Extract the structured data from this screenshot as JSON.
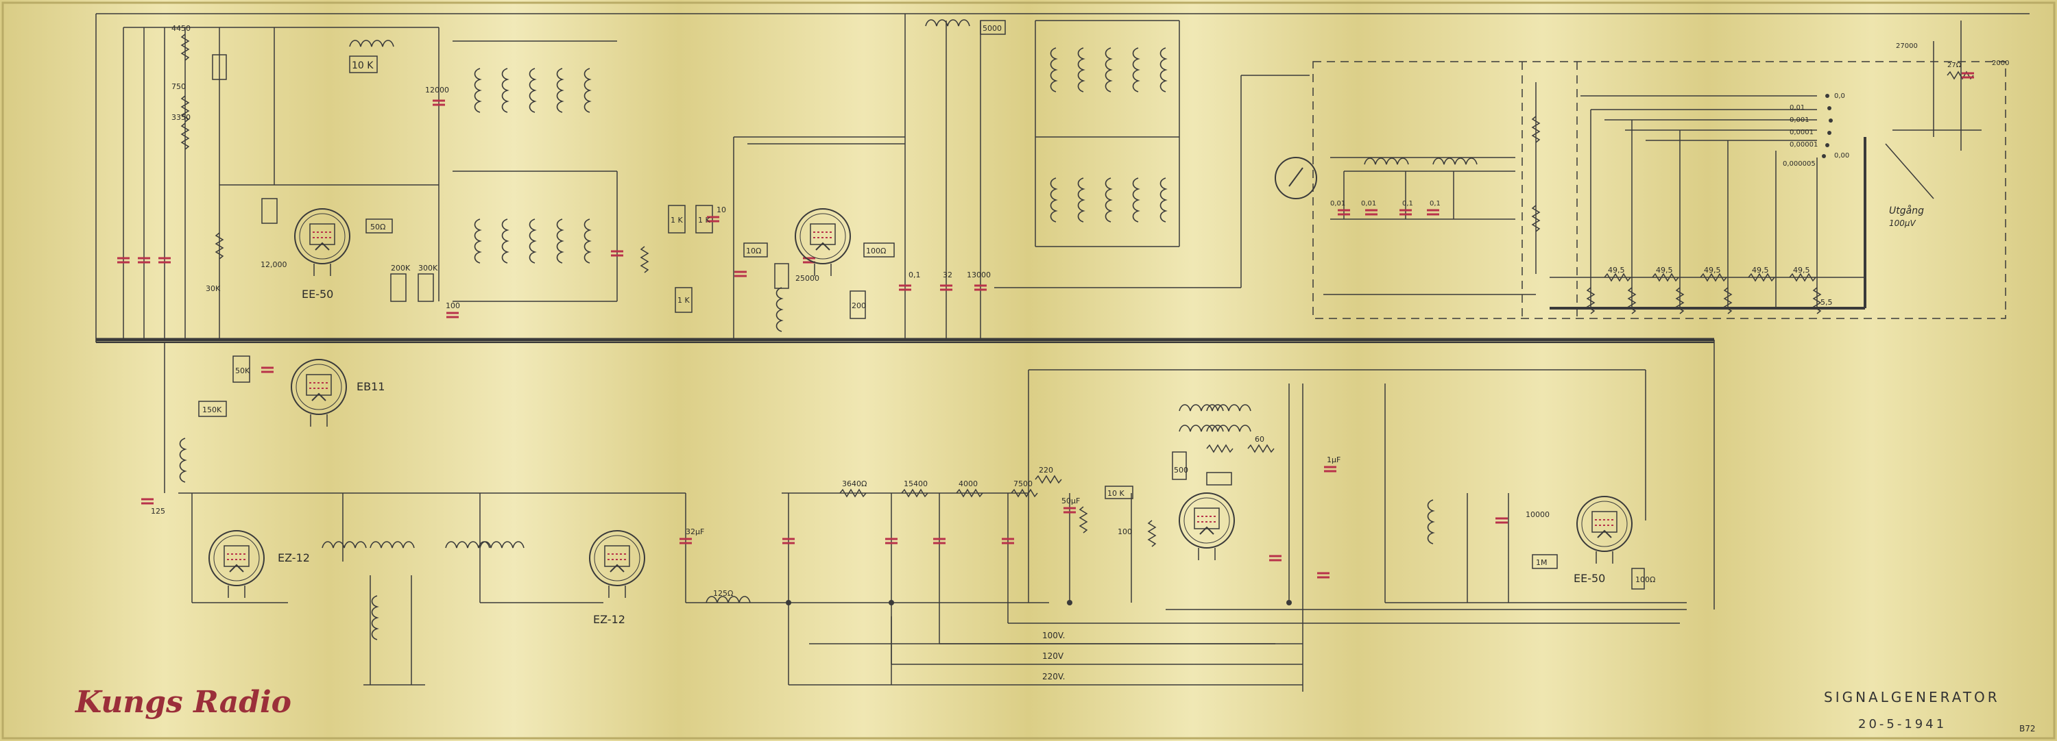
{
  "drawing": {
    "brand": "Kungs Radio",
    "title": "SIGNALGENERATOR",
    "date": "20-5-1941",
    "sheet_mark": "B72",
    "colors": {
      "paper": "#e8dd9a",
      "ink": "#3a3a3a",
      "capacitor_red": "#b8324a",
      "brand_red": "#9b2f3a"
    }
  },
  "tubes": {
    "osc": "EE-50",
    "buffer": "EB11",
    "rect1": "EZ-12",
    "rect2": "EZ-12",
    "mod": "EE-50"
  },
  "labels": {
    "r_10k": "10 K",
    "r_50": "50Ω",
    "c_12000": "12000",
    "r_1k_a": "1 K",
    "r_1k_b": "1 K",
    "r_1k_c": "1 K",
    "c_10": "10",
    "r_10a": "10Ω",
    "r_100a": "100Ω",
    "c_25000": "25000",
    "r_200": "200",
    "c_01": "0,1",
    "c_32": "32",
    "c_13000": "13000",
    "r_5000": "5000",
    "r_4450": "4450",
    "r_750": "750",
    "r_3350": "3350",
    "r_30k": "30K",
    "c_12000b": "12,000",
    "r_200k": "200K",
    "r_300k": "300K",
    "c_100": "100",
    "r_50k": "50K",
    "r_150k": "150K",
    "c_125": "125",
    "c_32pf": "32μF",
    "r_125": "125Ω",
    "r_3640": "3640Ω",
    "r_15400": "15400",
    "r_4000": "4000",
    "r_7500": "7500",
    "r_220": "220",
    "c_50uf": "50μF",
    "r_10k_b": "10 K",
    "r_100": "100",
    "r_500": "500",
    "r_60": "60",
    "c_1uf": "1μF",
    "v_100": "100V.",
    "v_120": "120V",
    "v_220": "220V.",
    "r_1m": "1M",
    "c_10000": "10000",
    "r_10a_b": "100Ω",
    "att_0": "0,0",
    "att_1": "0,01",
    "att_2": "0,001",
    "att_3": "0,0001",
    "att_4": "0,00001",
    "att_5": "0,000005",
    "att_6": "0,00",
    "r_49_5": "49,5",
    "r_49_5b": "49,5",
    "r_49_5c": "49,5",
    "r_49_5d": "49,5",
    "r_49_5e": "49,5",
    "r_5_5": "5,5",
    "c_001": "0,01",
    "c_001b": "0,01",
    "c_01b": "0,1",
    "c_01c": "0,1",
    "r_27000": "27000",
    "r_27": "27Ω",
    "r_2000": "2000",
    "out_label": "Utgång",
    "out_label2": "100μV"
  }
}
